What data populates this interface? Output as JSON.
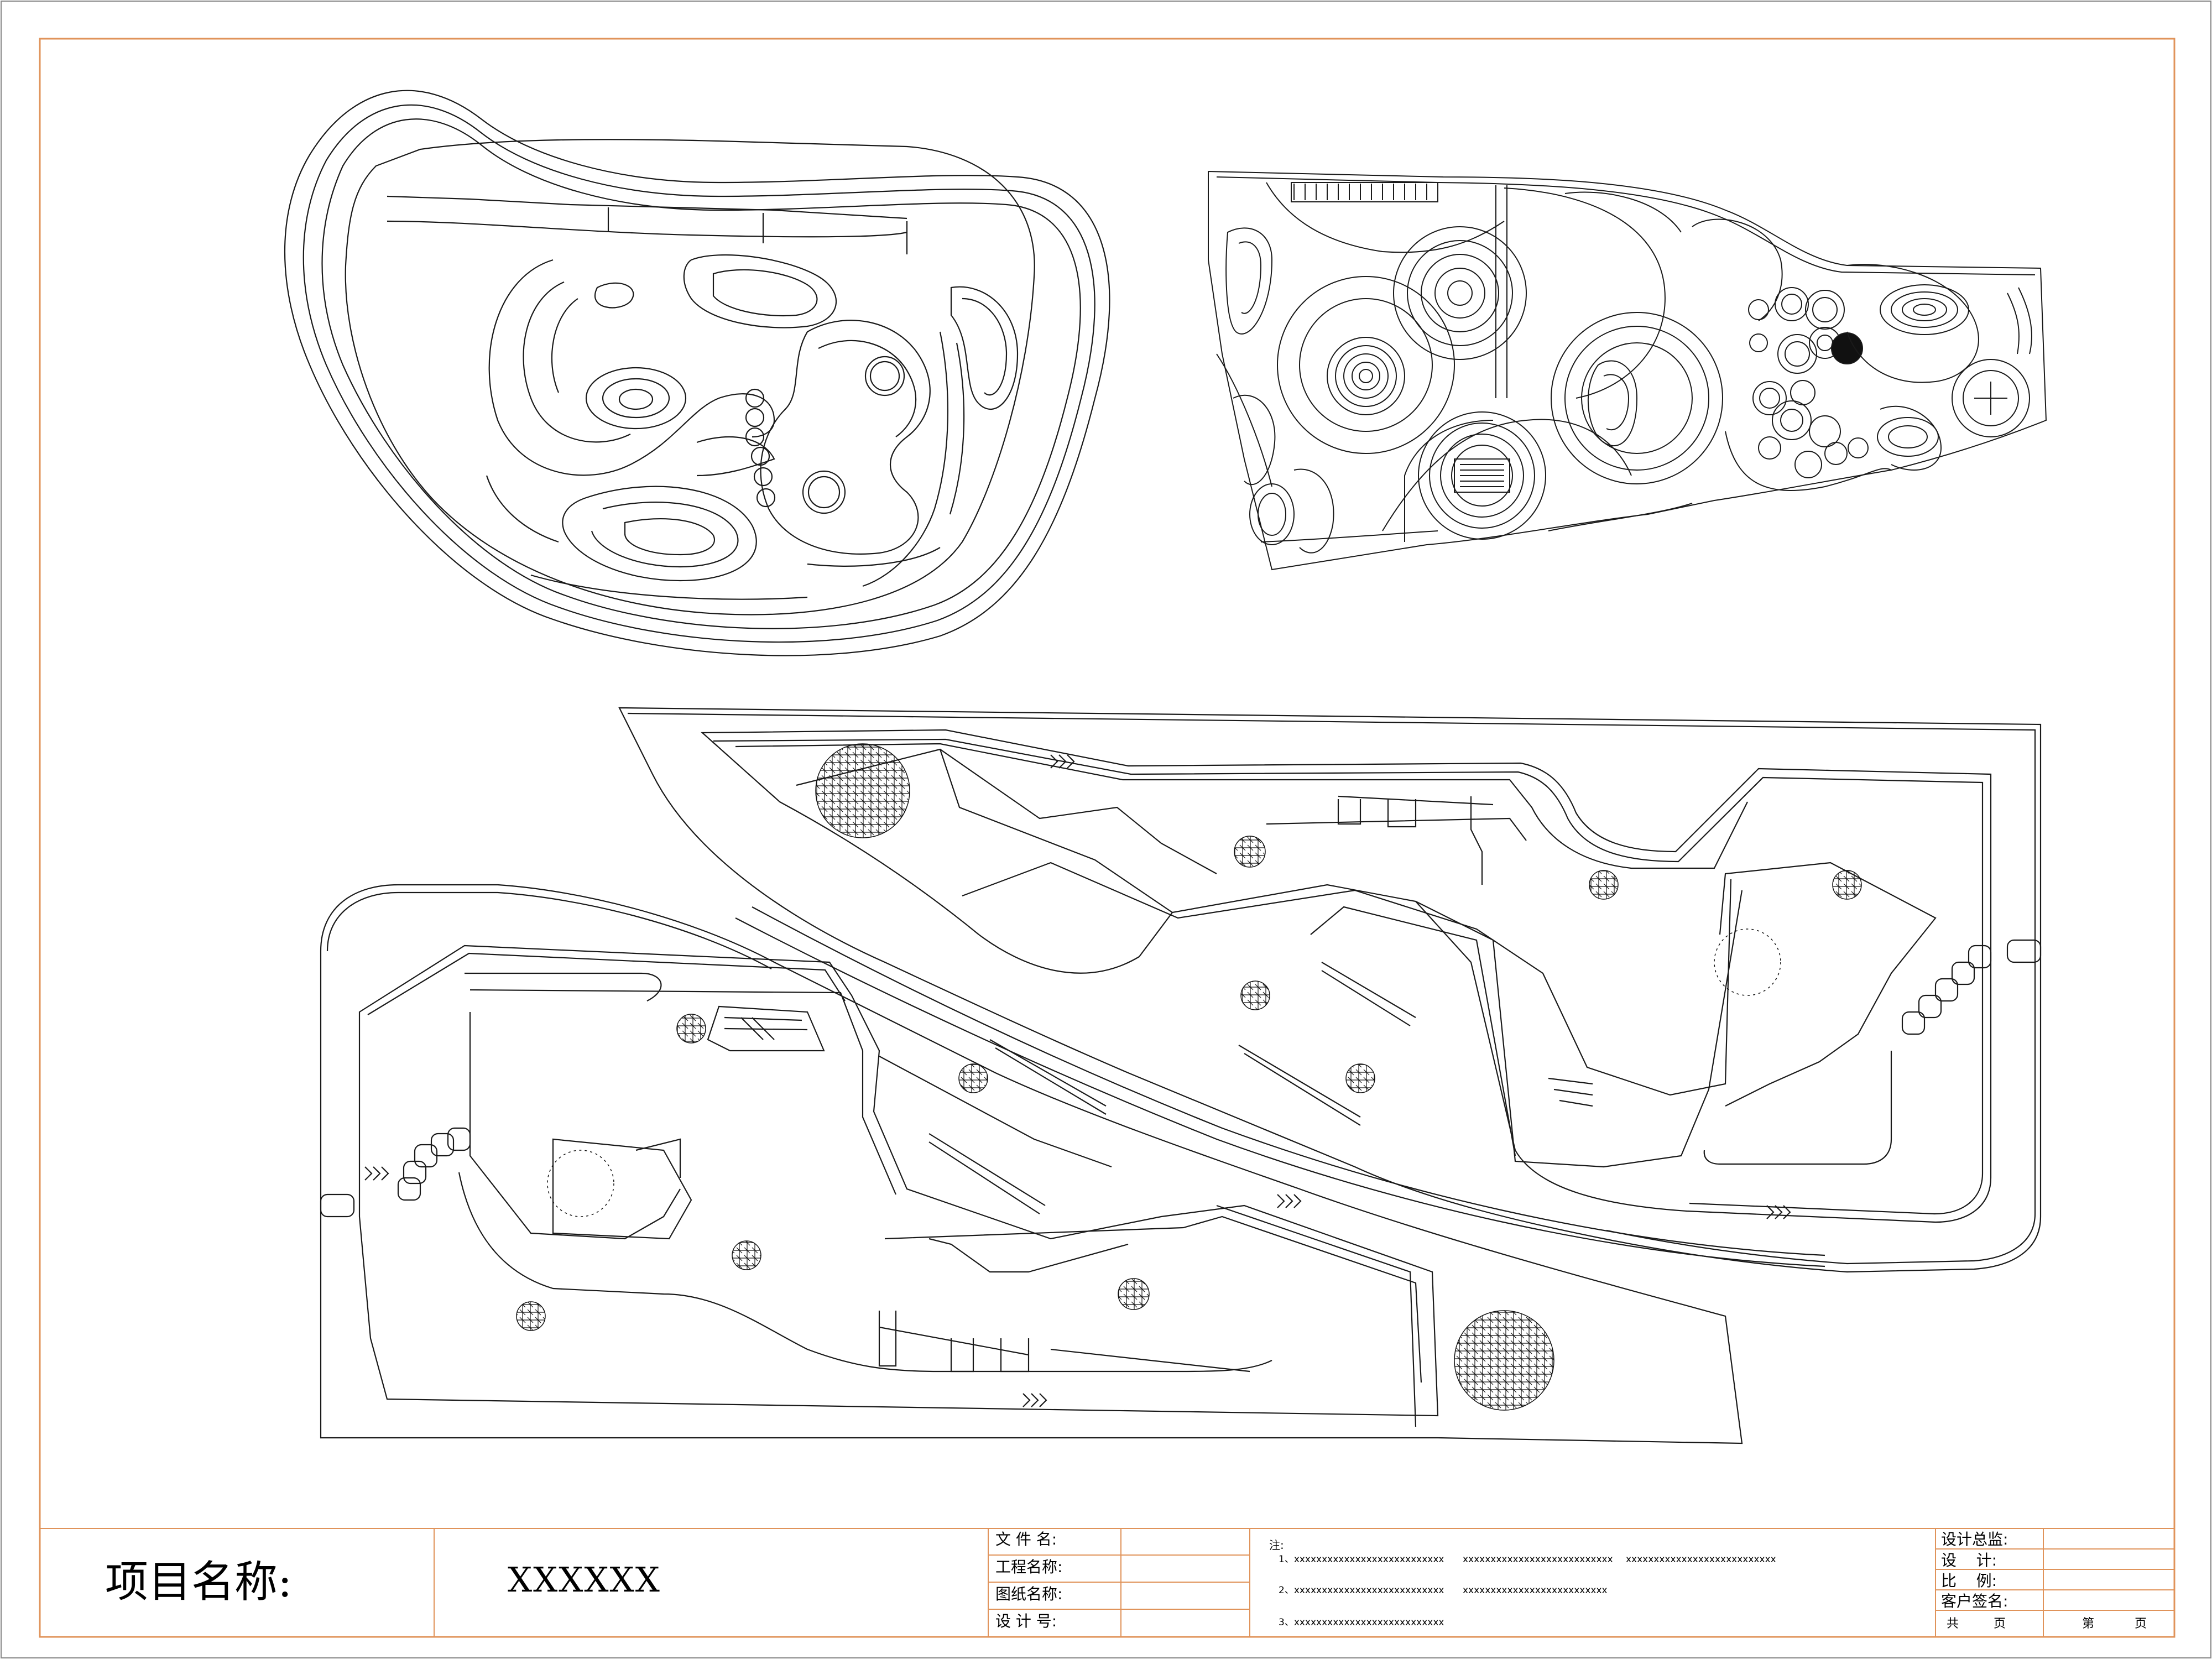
{
  "colors": {
    "frame": "#e0935a",
    "line": "#1a1a1a",
    "paper": "#ffffff"
  },
  "title_block": {
    "project_label": "项目名称:",
    "project_value": "XXXXXX",
    "fields": {
      "file_name": "文 件 名:",
      "project_name": "工程名称:",
      "drawing_name": "图纸名称:",
      "design_no": "设 计 号:"
    },
    "notes": {
      "heading": "注:",
      "line1_a": "1、xxxxxxxxxxxxxxxxxxxxxxxxxxx",
      "line1_b": "xxxxxxxxxxxxxxxxxxxxxxxxxxx",
      "line1_c": "xxxxxxxxxxxxxxxxxxxxxxxxxxx",
      "line2_a": "2、xxxxxxxxxxxxxxxxxxxxxxxxxxx",
      "line2_b": "xxxxxxxxxxxxxxxxxxxxxxxxxx",
      "line3_a": "3、xxxxxxxxxxxxxxxxxxxxxxxxxxx"
    },
    "signoff": {
      "director": "设计总监:",
      "design": "设    计:",
      "scale": "比    例:",
      "client_sign": "客户签名:",
      "total": "共",
      "page_of": "页",
      "page_no": "第",
      "page_end": "页"
    }
  },
  "drawings": {
    "plan_a_icon": "pond-garden-plan-icon",
    "plan_b_icon": "circular-plaza-plan-icon",
    "plan_c_icon": "zigzag-park-plan-icon"
  }
}
